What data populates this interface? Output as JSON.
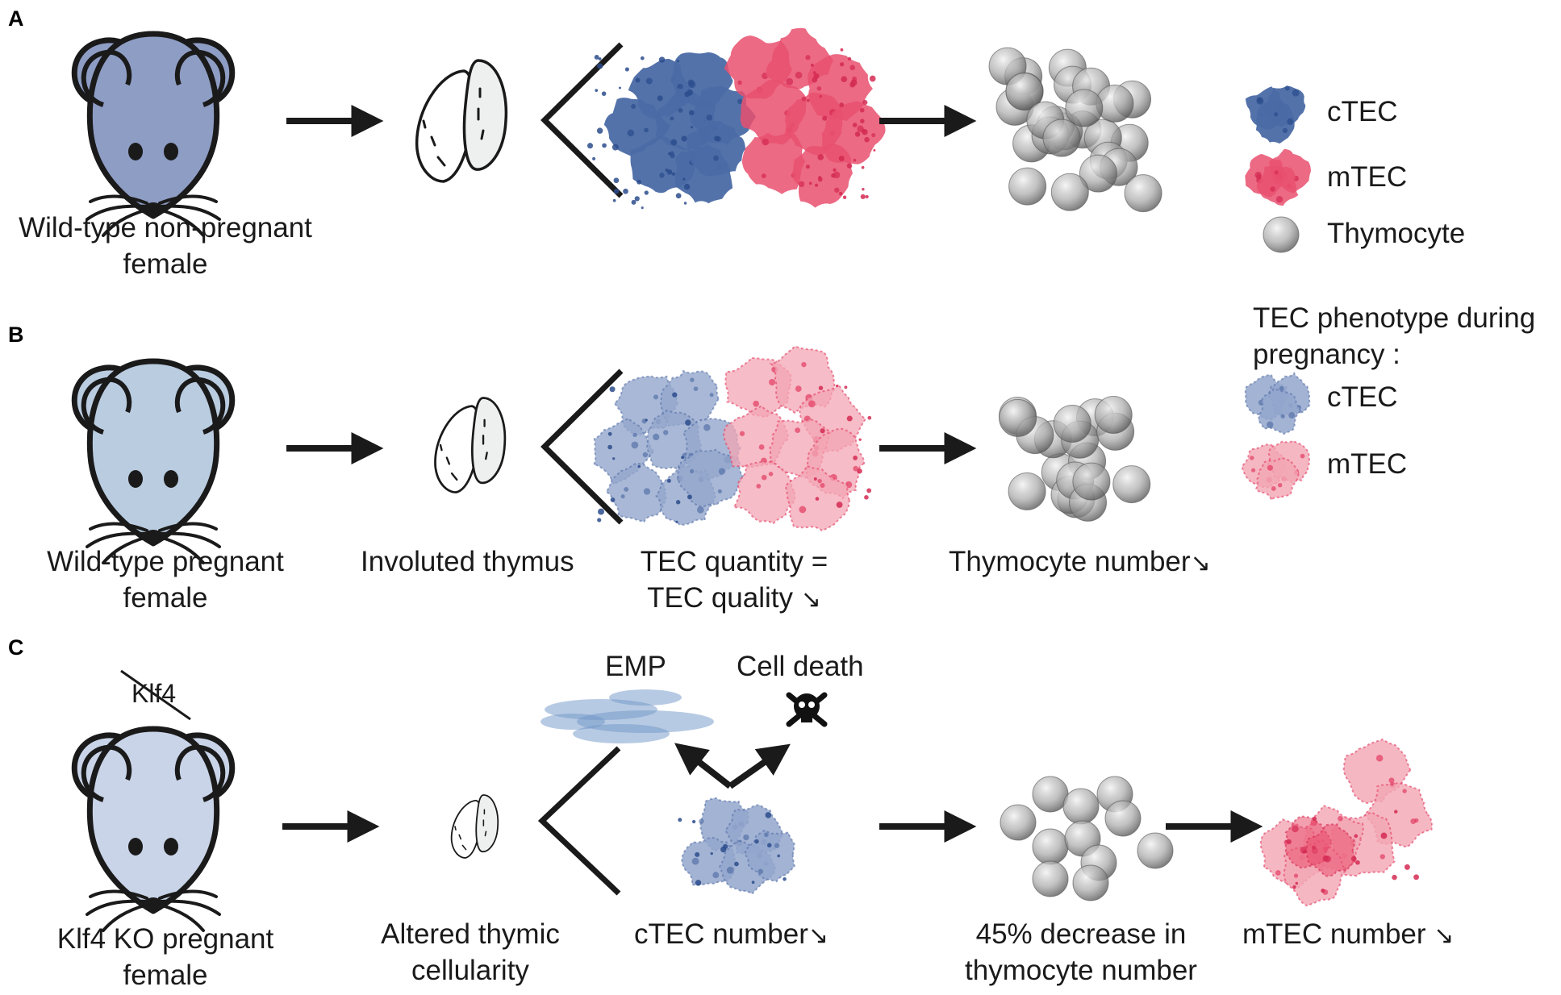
{
  "colors": {
    "ctec": "#4a6aa5",
    "ctec_light": "#93a6cc",
    "mtec": "#e9506f",
    "mtec_light": "#f3a6b4",
    "mouse_wt": "#8e9dc4",
    "mouse_preg": "#b9cce0",
    "mouse_ko": "#c9d4e8",
    "thymocyte": "#9a9a9a",
    "emp": "#6f96c8"
  },
  "panel_labels": {
    "a": "A",
    "b": "B",
    "c": "C"
  },
  "panel_a": {
    "mouse_label": [
      "Wild-type non-pregnant",
      "female"
    ]
  },
  "panel_b": {
    "mouse_label": [
      "Wild-type pregnant",
      "female"
    ],
    "thymus_label": "Involuted thymus",
    "tec_label": [
      "TEC quantity =",
      "TEC quality"
    ],
    "thymocyte_label": "Thymocyte number"
  },
  "panel_c": {
    "gene_label": "Klf4",
    "mouse_label": [
      "Klf4 KO pregnant",
      "female"
    ],
    "thymus_label": [
      "Altered thymic",
      "cellularity"
    ],
    "emp_label": "EMP",
    "death_label": "Cell death",
    "ctec_label": "cTEC number",
    "thymocyte_label": [
      "45% decrease in",
      "thymocyte number"
    ],
    "mtec_label": "mTEC number"
  },
  "legend": {
    "ctec": "cTEC",
    "mtec": "mTEC",
    "thymocyte": "Thymocyte",
    "pregnancy_title": [
      "TEC phenotype during",
      "pregnancy :"
    ],
    "pregnancy_ctec": "cTEC",
    "pregnancy_mtec": "mTEC"
  },
  "trend_symbols": {
    "down": "↘"
  },
  "icons": [
    "mouse-icon",
    "thymus-icon",
    "skull-crossbones-icon",
    "arrow-right-icon",
    "knockout-strike-icon"
  ]
}
